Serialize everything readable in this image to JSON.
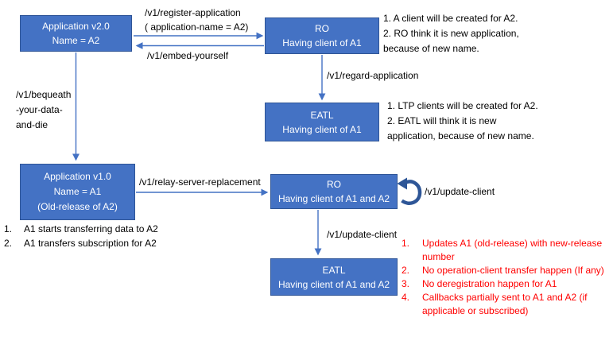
{
  "colors": {
    "box_fill": "#4472C4",
    "box_border": "#2F5597",
    "box_text": "#FFFFFF",
    "arrow": "#4472C4",
    "loop_arrow": "#2E5697",
    "note_text": "#000000",
    "red_note": "#FF0000"
  },
  "boxes": {
    "app_v2": {
      "line1": "Application v2.0",
      "line2": "Name = A2"
    },
    "ro_1": {
      "line1": "RO",
      "line2": "Having client of A1"
    },
    "eatl_1": {
      "line1": "EATL",
      "line2": "Having client of A1"
    },
    "app_v1": {
      "line1": "Application v1.0",
      "line2": "Name = A1",
      "line3": "(Old-release of A2)"
    },
    "ro_2": {
      "line1": "RO",
      "line2": "Having client of A1 and A2"
    },
    "eatl_2": {
      "line1": "EATL",
      "line2": "Having client of A1 and A2"
    }
  },
  "edge_labels": {
    "register_line1": "/v1/register-application",
    "register_line2": "( application-name = A2)",
    "embed": "/v1/embed-yourself",
    "bequeath_line1": "/v1/bequeath",
    "bequeath_line2": "-your-data-",
    "bequeath_line3": "and-die",
    "regard": "/v1/regard-application",
    "relay": "/v1/relay-server-replacement",
    "update_loop": "/v1/update-client",
    "update_down": "/v1/update-client"
  },
  "notes": {
    "ro1_line1": "1. A client will be created for A2.",
    "ro1_line2": "2. RO think it is new application,",
    "ro1_line3": "because of new name.",
    "eatl1_line1": "1. LTP clients will be created for A2.",
    "eatl1_line2": "2. EATL will think it is new",
    "eatl1_line3": "application, because of new name.",
    "app_v1_list": [
      {
        "num": "1.",
        "text": "A1 starts transferring data to A2"
      },
      {
        "num": "2.",
        "text": "A1 transfers subscription for A2"
      }
    ],
    "red_list": [
      {
        "num": "1.",
        "text": "Updates A1 (old-release) with new-release number"
      },
      {
        "num": "2.",
        "text": "No operation-client transfer happen (If any)"
      },
      {
        "num": "3.",
        "text": "No deregistration happen for A1"
      },
      {
        "num": "4.",
        "text": "Callbacks partially sent to A1 and A2 (if applicable or subscribed)"
      }
    ]
  }
}
